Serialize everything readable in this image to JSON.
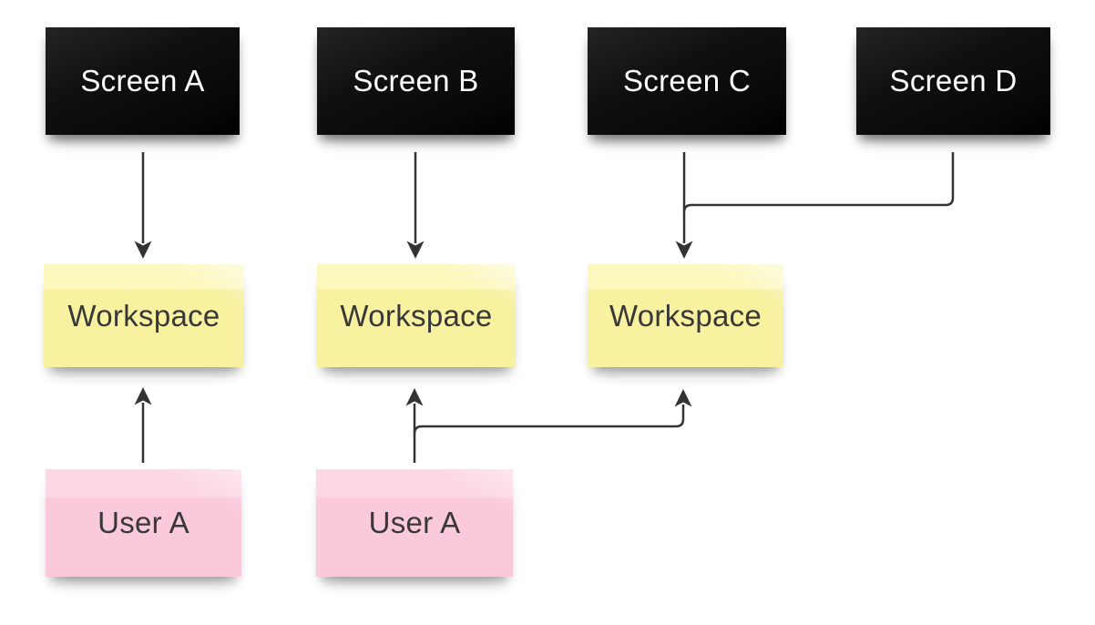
{
  "diagram": {
    "screens": [
      {
        "id": "screen-a",
        "label": "Screen A"
      },
      {
        "id": "screen-b",
        "label": "Screen B"
      },
      {
        "id": "screen-c",
        "label": "Screen C"
      },
      {
        "id": "screen-d",
        "label": "Screen D"
      }
    ],
    "workspaces": [
      {
        "id": "workspace-1",
        "label": "Workspace"
      },
      {
        "id": "workspace-2",
        "label": "Workspace"
      },
      {
        "id": "workspace-3",
        "label": "Workspace"
      }
    ],
    "users": [
      {
        "id": "user-1",
        "label": "User A"
      },
      {
        "id": "user-2",
        "label": "User A"
      }
    ],
    "connections": [
      {
        "from": "screen-a",
        "to": "workspace-1",
        "arrow": "down"
      },
      {
        "from": "screen-b",
        "to": "workspace-2",
        "arrow": "down"
      },
      {
        "from": "screen-c",
        "to": "workspace-3",
        "arrow": "down"
      },
      {
        "from": "screen-d",
        "to": "workspace-3",
        "arrow": "down",
        "route": "elbow-merges-with-screen-c-line"
      },
      {
        "from": "user-1",
        "to": "workspace-1",
        "arrow": "up"
      },
      {
        "from": "user-2",
        "to": "workspace-2",
        "arrow": "up"
      },
      {
        "from": "user-2",
        "to": "workspace-3",
        "arrow": "up",
        "route": "elbow-branch-right"
      }
    ],
    "colors": {
      "screen_fill": "#0a0a0a",
      "screen_fill_hi": "#242424",
      "screen_text": "#ffffff",
      "workspace_fill": "#f8f1a0",
      "workspace_fill_hi": "#fcf7bd",
      "user_fill": "#fbc9dc",
      "user_fill_hi": "#fcd7e5",
      "note_text": "#383838",
      "connector": "#333333",
      "canvas_bg": "#ffffff"
    }
  }
}
